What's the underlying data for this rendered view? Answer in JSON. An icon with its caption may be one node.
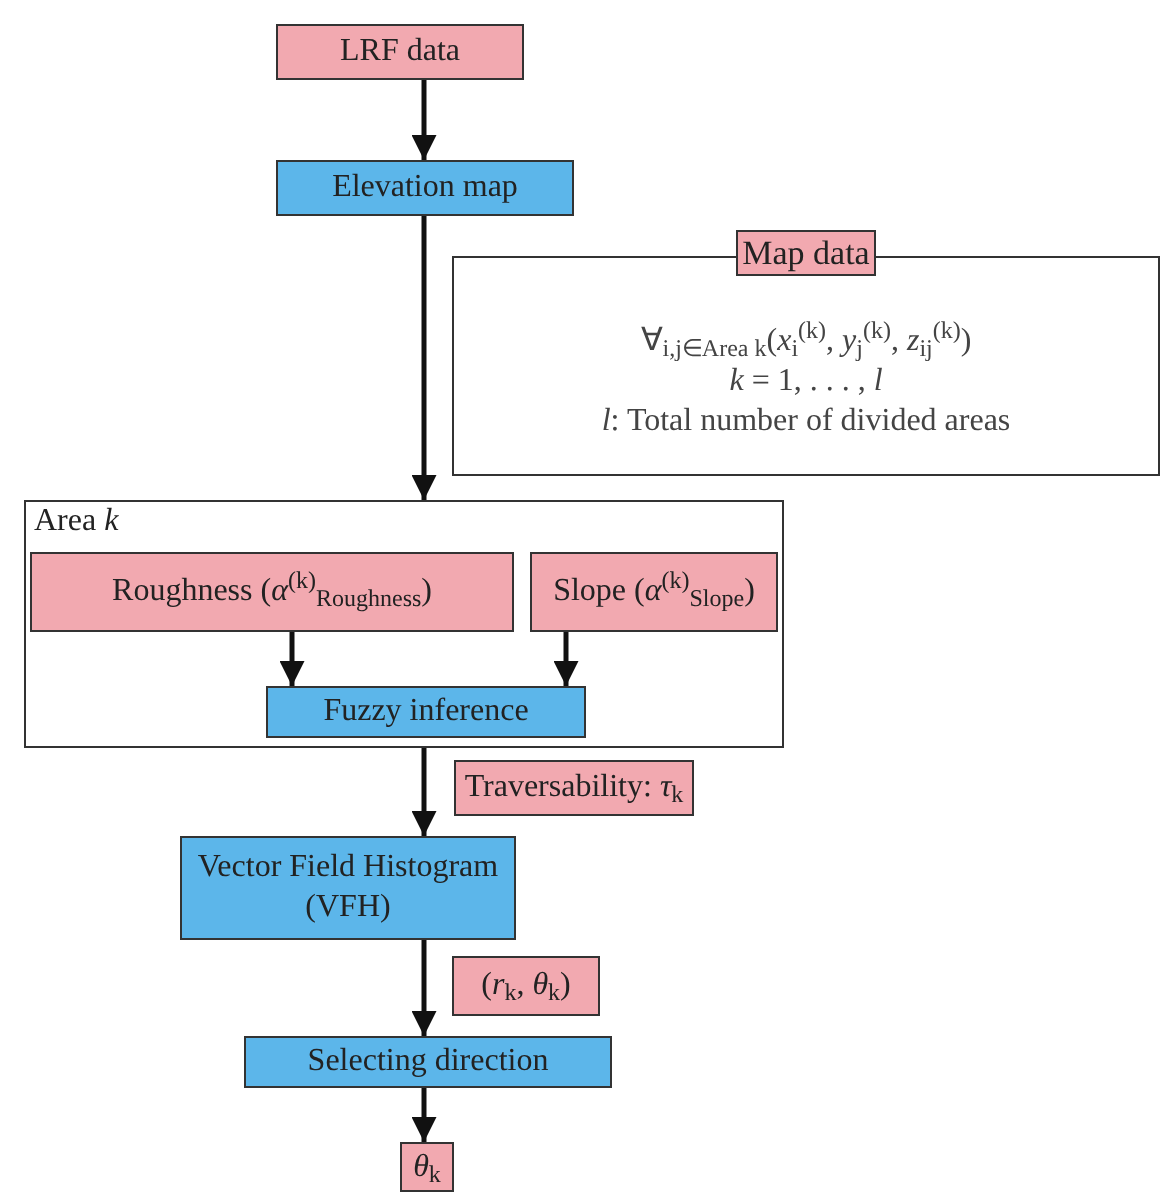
{
  "diagram": {
    "nodes": [
      {
        "text": [
          "LRF data"
        ]
      },
      {
        "text": [
          "Elevation map"
        ]
      },
      {
        "text": [
          "Map data",
          "∀$_{i,j∈Area k}$(*x*$_{i}$$^{(k)}$, *y*$_{j}$$^{(k)}$, *z*$_{ij}$$^{(k)}$)",
          "*k* = 1, . . . , *l*",
          "*l*: Total number of divided areas"
        ]
      },
      {
        "text": [
          "Area *k*"
        ]
      },
      {
        "text": [
          "Roughness (*α*$^{(k)}$$_{Roughness}$)"
        ],
        "in": 3
      },
      {
        "text": [
          "Slope (*α*$^{(k)}$$_{Slope}$)"
        ],
        "in": 3
      },
      {
        "text": [
          "Fuzzy inference"
        ],
        "in": 3
      },
      {
        "text": [
          "Traversability: *τ*$_{k}$"
        ]
      },
      {
        "text": [
          "Vector Field Histogram (VFH)"
        ]
      },
      {
        "text": [
          "(*r*$_{k}$, *θ*$_{k}$)"
        ]
      },
      {
        "text": [
          "Selecting direction"
        ]
      },
      {
        "text": [
          "*θ*$_{k}$"
        ]
      }
    ],
    "edges": [
      {
        "from": 0,
        "to": 1,
        "arrow": "to"
      },
      {
        "from": 1,
        "to": 3,
        "arrow": "to"
      },
      {
        "from": 4,
        "to": 6,
        "arrow": "to"
      },
      {
        "from": 5,
        "to": 6,
        "arrow": "to"
      },
      {
        "from": 3,
        "to": 8,
        "arrow": "to"
      },
      {
        "from": 8,
        "to": 10,
        "arrow": "to"
      },
      {
        "from": 10,
        "to": 11,
        "arrow": "to"
      }
    ]
  }
}
